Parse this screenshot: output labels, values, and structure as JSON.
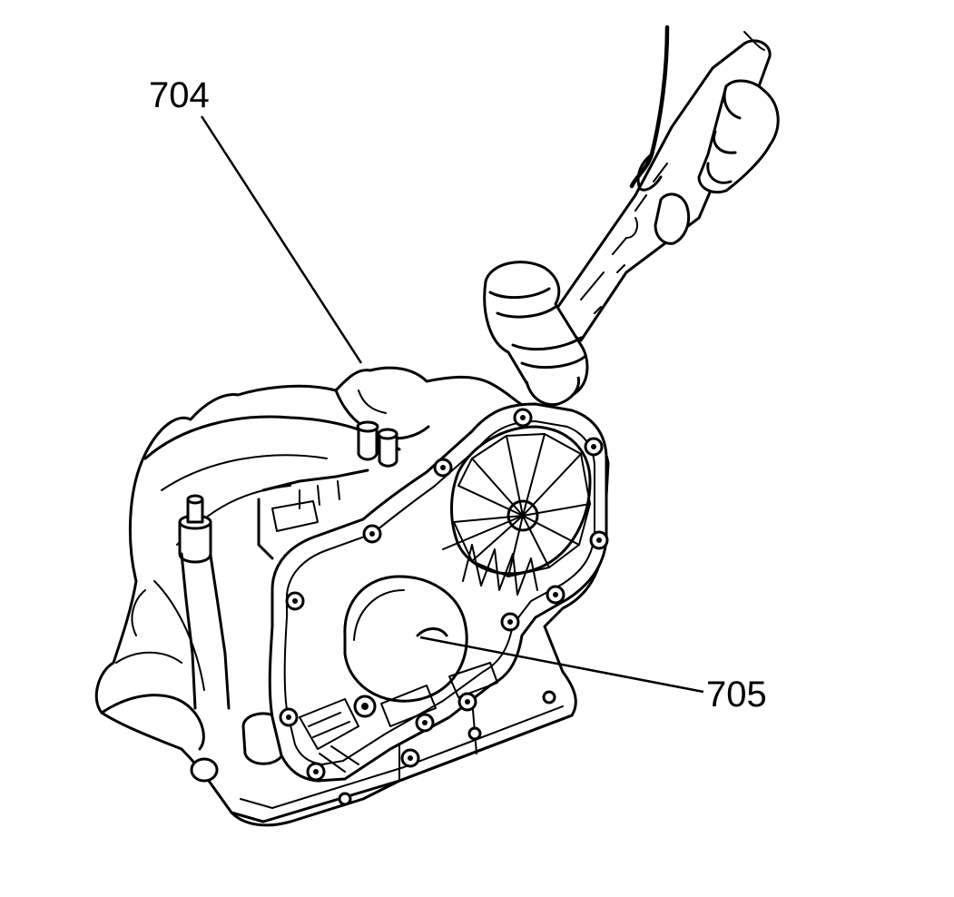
{
  "callouts": [
    {
      "id": "704",
      "label": "704"
    },
    {
      "id": "705",
      "label": "705"
    }
  ]
}
